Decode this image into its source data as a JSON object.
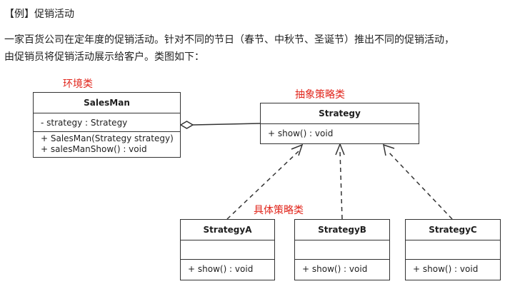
{
  "heading": "【例】促销活动",
  "paragraph": {
    "line1": "一家百货公司在定年度的促销活动。针对不同的节日（春节、中秋节、圣诞节）推出不同的促销活动，",
    "line2": "由促销员将促销活动展示给客户。类图如下："
  },
  "annotations": {
    "environment": "环境类",
    "abstract_strategy": "抽象策略类",
    "concrete_strategy": "具体策略类"
  },
  "classes": {
    "salesman": {
      "name": "SalesMan",
      "attributes": [
        "- strategy : Strategy"
      ],
      "methods": [
        "+ SalesMan(Strategy strategy)",
        "+ salesManShow() : void"
      ]
    },
    "strategy": {
      "name": "Strategy",
      "methods": [
        "+ show() : void"
      ]
    },
    "strategy_a": {
      "name": "StrategyA",
      "methods": [
        "+ show() : void"
      ]
    },
    "strategy_b": {
      "name": "StrategyB",
      "methods": [
        "+ show() : void"
      ]
    },
    "strategy_c": {
      "name": "StrategyC",
      "methods": [
        "+ show() : void"
      ]
    }
  },
  "colors": {
    "annotation": "#e1251b",
    "line": "#333333"
  }
}
